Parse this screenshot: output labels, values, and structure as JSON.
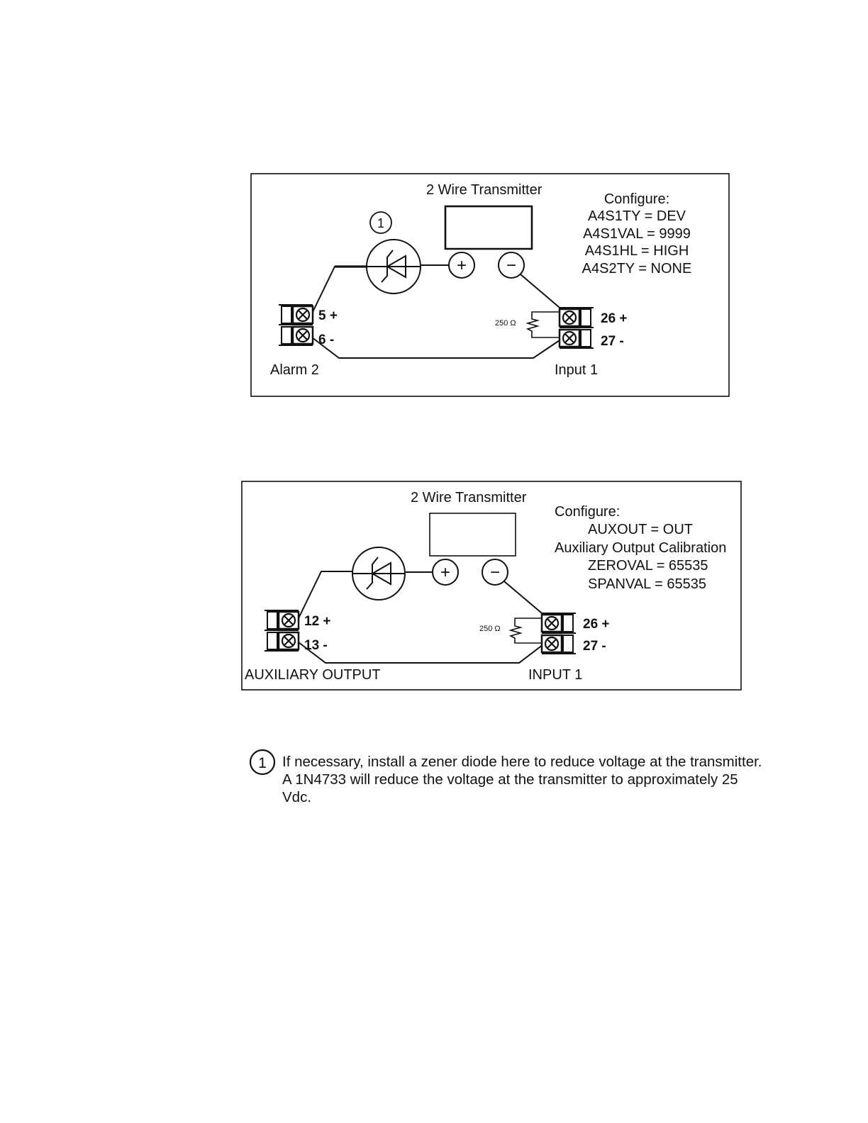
{
  "figure1": {
    "title": "2 Wire Transmitter",
    "callout_number": "1",
    "plus_symbol": "+",
    "minus_symbol": "−",
    "config_heading": "Configure:",
    "config_lines": [
      "A4S1TY = DEV",
      "A4S1VAL = 9999",
      "A4S1HL = HIGH",
      "A4S2TY = NONE"
    ],
    "resistor_label": "250 Ω",
    "left_terminals": [
      "5 +",
      "6 -"
    ],
    "right_terminals": [
      "26 +",
      "27 -"
    ],
    "left_label": "Alarm 2",
    "right_label": "Input 1"
  },
  "figure2": {
    "title": "2 Wire Transmitter",
    "plus_symbol": "+",
    "minus_symbol": "−",
    "config_heading": "Configure:",
    "config_line_1": "AUXOUT = OUT",
    "config_subheading": "Auxiliary Output Calibration",
    "config_line_2": "ZEROVAL = 65535",
    "config_line_3": "SPANVAL = 65535",
    "resistor_label": "250 Ω",
    "left_terminals": [
      "12 +",
      "13 -"
    ],
    "right_terminals": [
      "26 +",
      "27 -"
    ],
    "left_label": "AUXILIARY OUTPUT",
    "right_label": "INPUT 1"
  },
  "footnote": {
    "number": "1",
    "text": "If necessary, install a zener diode here to reduce voltage at the transmitter.  A 1N4733 will reduce the voltage at the transmitter to approximately 25 Vdc."
  }
}
